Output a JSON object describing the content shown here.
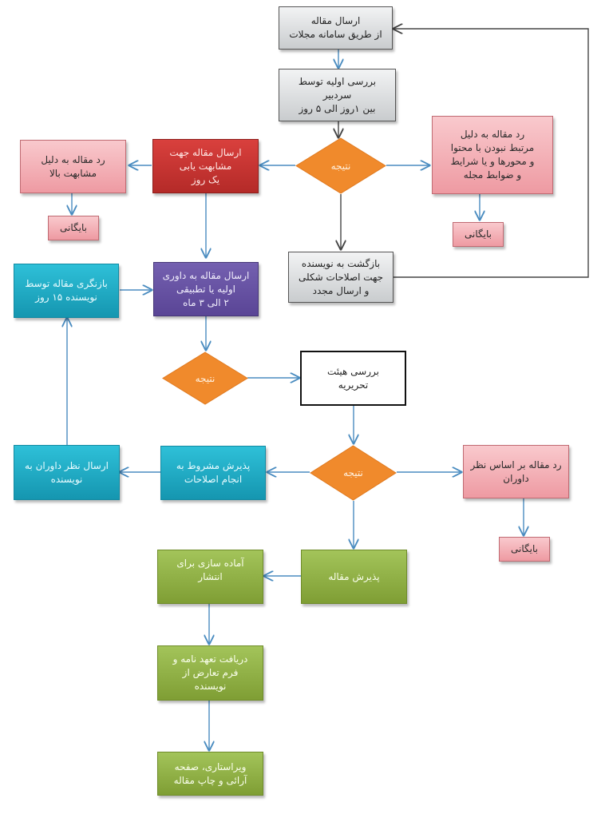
{
  "diagram": {
    "title": "Article review workflow",
    "nodes": {
      "submit": "ارسال مقاله\nاز طریق سامانه مجلات",
      "initial_review": "بررسی اولیه توسط\nسردبیر\nبین ۱روز الی ۵ روز",
      "decision_1": "نتیجه",
      "reject_scope": "رد مقاله به دلیل\nمرتبط نبودن با محتوا\nو محورها و یا شرایط\nو ضوابط مجله",
      "archive_1": "بایگانی",
      "similarity_check": "ارسال مقاله جهت\nمشابهت یابی\nیک روز",
      "reject_similarity": "رد مقاله به دلیل\nمشابهت بالا",
      "archive_2": "بایگانی",
      "return_formatting": "بازگشت به نویسنده\nجهت اصلاحات شکلی\nو ارسال مجدد",
      "peer_review": "ارسال مقاله به داوری\nاولیه یا تطبیقی\n۲ الی ۳ ماه",
      "author_revision": "بازنگری مقاله توسط\nنویسنده ۱۵ روز",
      "decision_2": "نتیجه",
      "editorial_board": "بررسی هیئت\nتحریریه",
      "decision_3": "نتیجه",
      "conditional_accept": "پذیرش مشروط به\nانجام اصلاحات",
      "send_reviews": "ارسال نظر داوران به\nنویسنده",
      "reject_reviewers": "رد مقاله بر اساس نظر\nداوران",
      "archive_3": "بایگانی",
      "accept": "پذیرش مقاله",
      "prepare_publish": "آماده سازی برای\nانتشار",
      "commitment_form": "دریافت تعهد نامه و\nفرم تعارض از\nنویسنده",
      "edit_print": "ویراستاری، صفحه\nآرائی و چاپ مقاله"
    },
    "colors": {
      "gray": "#c9ccce",
      "pink": "#ee9aa2",
      "red": "#c23432",
      "purple": "#6450a2",
      "teal": "#1aa8c2",
      "green": "#8fb044",
      "decision_orange": "#f08a2c",
      "connector_blue": "#4a8cc0",
      "connector_dark": "#444444"
    }
  }
}
